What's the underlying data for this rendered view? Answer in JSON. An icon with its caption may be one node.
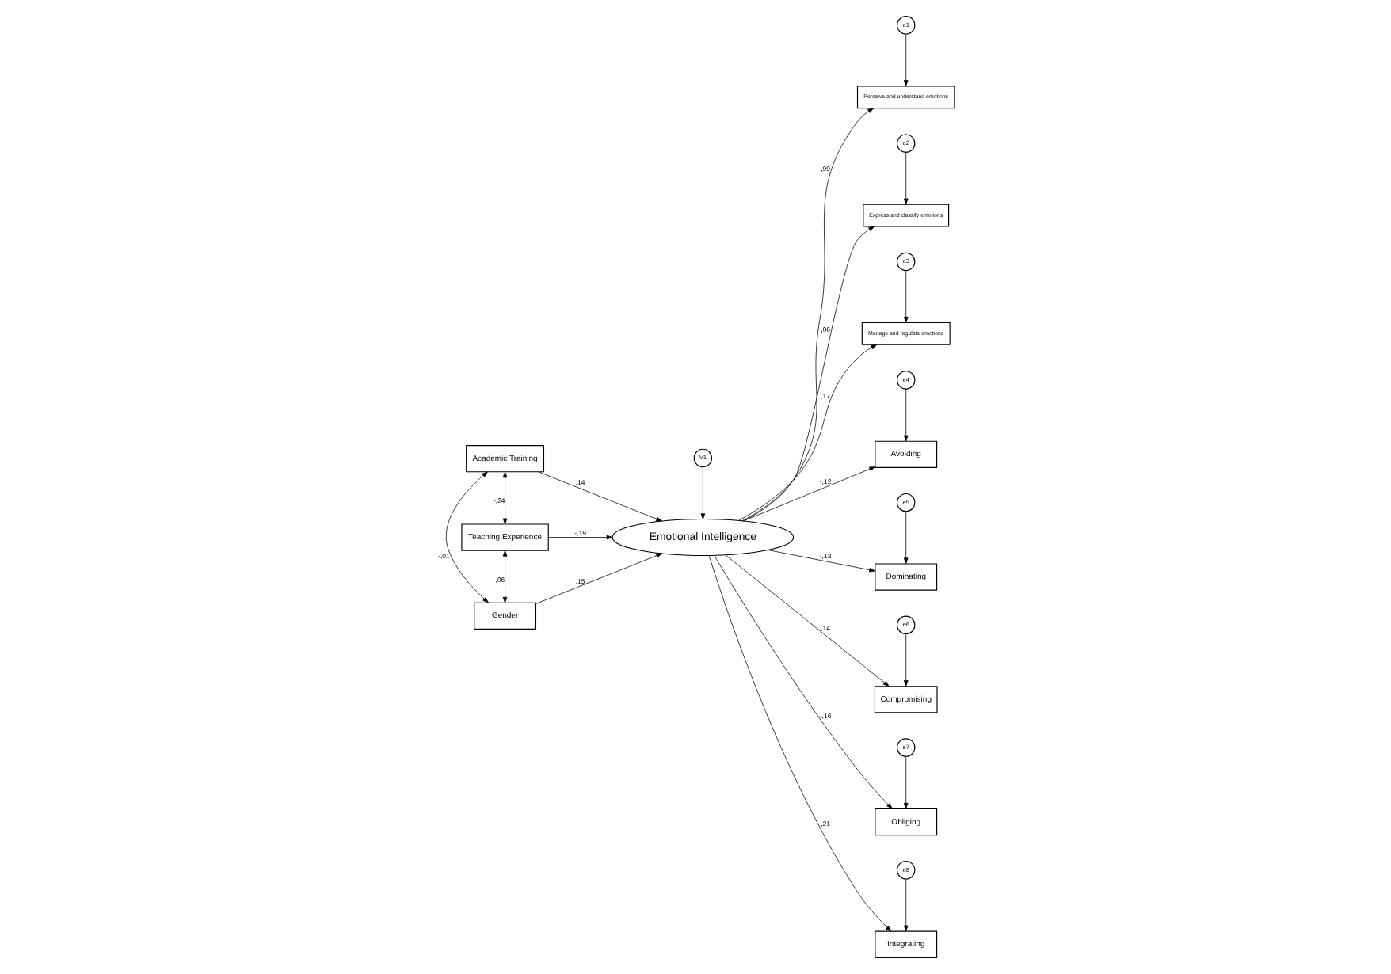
{
  "diagram": {
    "nodes": [
      {
        "text": [
          "e1"
        ]
      },
      {
        "text": [
          "e2"
        ]
      },
      {
        "text": [
          "e3"
        ]
      },
      {
        "text": [
          "Perceive and understand emotions"
        ]
      },
      {
        "text": [
          "Express and classify emotions"
        ]
      },
      {
        "text": [
          "Manage and regulate emotions"
        ]
      },
      {
        "text": [
          "Academic Training"
        ]
      },
      {
        "text": [
          "Avoiding"
        ]
      },
      {
        "text": [
          "e4"
        ]
      },
      {
        "text": [
          "Dominating"
        ]
      },
      {
        "text": [
          "e5"
        ]
      },
      {
        "text": [
          "Teaching Experience"
        ]
      },
      {
        "text": [
          "Emotional Intelligence"
        ]
      },
      {
        "text": [
          "Compromising"
        ]
      },
      {
        "text": [
          "e6"
        ]
      },
      {
        "text": [
          "Obliging"
        ]
      },
      {
        "text": [
          "e7"
        ]
      },
      {
        "text": [
          "V1"
        ]
      },
      {
        "text": [
          "Gender"
        ]
      },
      {
        "text": [
          "Integrating"
        ]
      },
      {
        "text": [
          "e8"
        ]
      }
    ],
    "edges": [
      {
        "from": 6,
        "to": 11,
        "arrow": "both",
        "label": "-,24"
      },
      {
        "from": 11,
        "to": 18,
        "arrow": "both",
        "label": ",06"
      },
      {
        "from": 6,
        "to": 18,
        "arrow": "both",
        "label": "-,01"
      },
      {
        "from": 6,
        "to": 12,
        "arrow": "to",
        "label": ",14"
      },
      {
        "from": 11,
        "to": 12,
        "arrow": "to",
        "label": "-,19"
      },
      {
        "from": 18,
        "to": 12,
        "arrow": "to",
        "label": ",15"
      },
      {
        "from": 12,
        "to": 3,
        "arrow": "to",
        "label": ",99"
      },
      {
        "from": 12,
        "to": 4,
        "arrow": "to",
        "label": ",06"
      },
      {
        "from": 12,
        "to": 5,
        "arrow": "to",
        "label": ",17"
      },
      {
        "from": 0,
        "to": 3,
        "arrow": "to"
      },
      {
        "from": 1,
        "to": 4,
        "arrow": "to"
      },
      {
        "from": 2,
        "to": 5,
        "arrow": "to"
      },
      {
        "from": 12,
        "to": 7,
        "arrow": "to",
        "label": "-,12"
      },
      {
        "from": 12,
        "to": 9,
        "arrow": "to",
        "label": "-,13"
      },
      {
        "from": 12,
        "to": 13,
        "arrow": "to",
        "label": ",14"
      },
      {
        "from": 12,
        "to": 15,
        "arrow": "to",
        "label": "-,16"
      },
      {
        "from": 12,
        "to": 19,
        "arrow": "to",
        "label": ",21"
      },
      {
        "from": 8,
        "to": 7,
        "arrow": "to"
      },
      {
        "from": 10,
        "to": 9,
        "arrow": "to"
      },
      {
        "from": 14,
        "to": 13,
        "arrow": "to"
      },
      {
        "from": 16,
        "to": 15,
        "arrow": "to"
      },
      {
        "from": 20,
        "to": 19,
        "arrow": "to"
      },
      {
        "from": 17,
        "to": 12,
        "arrow": "to"
      }
    ]
  }
}
